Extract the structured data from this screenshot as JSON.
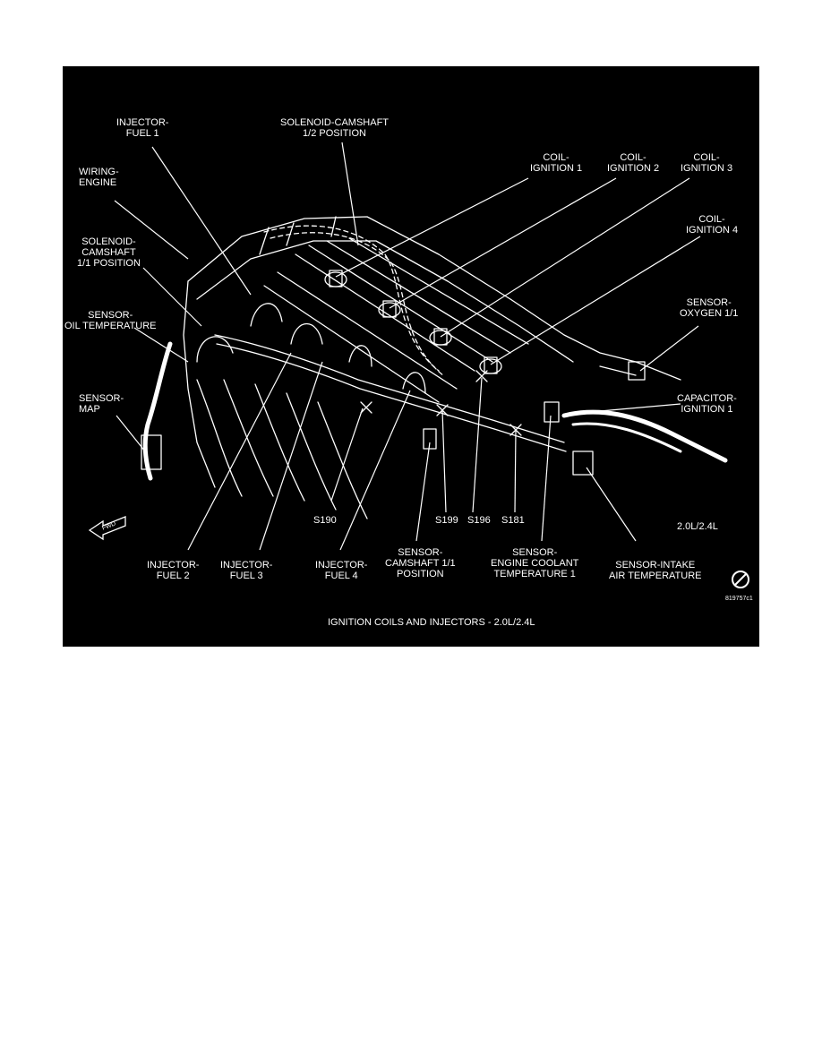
{
  "labels": {
    "injector_fuel_1": "INJECTOR-\nFUEL 1",
    "solenoid_cam_12": "SOLENOID-CAMSHAFT\n1/2 POSITION",
    "coil_ign_1": "COIL-\nIGNITION 1",
    "coil_ign_2": "COIL-\nIGNITION 2",
    "coil_ign_3": "COIL-\nIGNITION 3",
    "wiring_engine": "WIRING-\nENGINE",
    "coil_ign_4": "COIL-\nIGNITION 4",
    "solenoid_cam_11": "SOLENOID-\nCAMSHAFT\n1/1 POSITION",
    "sensor_oxygen": "SENSOR-\nOXYGEN 1/1",
    "sensor_oil_temp": "SENSOR-\nOIL TEMPERATURE",
    "capacitor_ign": "CAPACITOR-\nIGNITION 1",
    "sensor_map": "SENSOR-\nMAP",
    "s190": "S190",
    "s199": "S199",
    "s196": "S196",
    "s181": "S181",
    "engine_size": "2.0L/2.4L",
    "injector_fuel_2": "INJECTOR-\nFUEL 2",
    "injector_fuel_3": "INJECTOR-\nFUEL 3",
    "injector_fuel_4": "INJECTOR-\nFUEL 4",
    "sensor_cam_11": "SENSOR-\nCAMSHAFT 1/1\nPOSITION",
    "sensor_coolant": "SENSOR-\nENGINE COOLANT\nTEMPERATURE 1",
    "sensor_iat": "SENSOR-INTAKE\nAIR TEMPERATURE",
    "fwd": "FWD",
    "figure_id": "819757c1"
  },
  "caption": "IGNITION COILS AND INJECTORS - 2.0L/2.4L"
}
